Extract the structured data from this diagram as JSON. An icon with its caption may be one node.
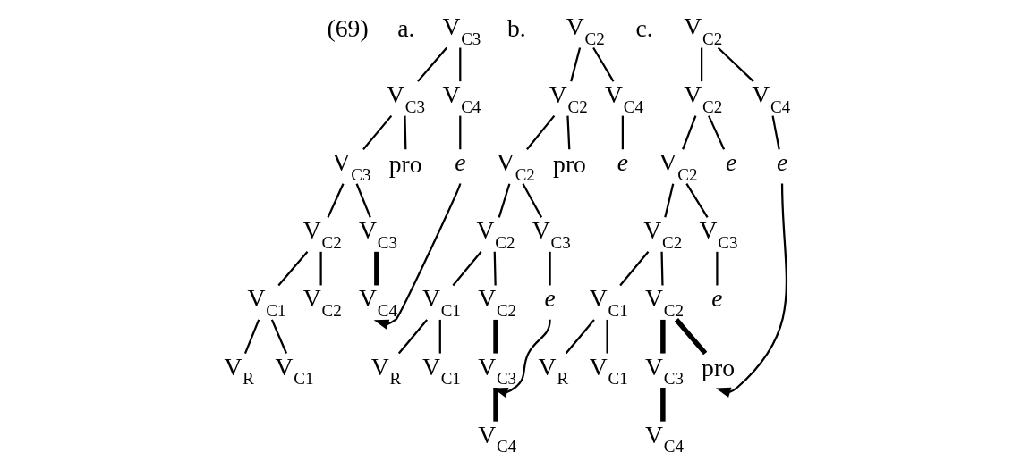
{
  "diagram": {
    "nodes": [
      {
        "text": [
          "V$_{C3}$"
        ]
      },
      {
        "text": [
          "V$_{C3}$"
        ]
      },
      {
        "text": [
          "V$_{C4}$"
        ]
      },
      {
        "text": [
          "V$_{C3}$"
        ]
      },
      {
        "text": [
          "pro"
        ]
      },
      {
        "text": [
          "e"
        ]
      },
      {
        "text": [
          "V$_{C2}$"
        ]
      },
      {
        "text": [
          "V$_{C3}$"
        ]
      },
      {
        "text": [
          "V$_{C1}$"
        ]
      },
      {
        "text": [
          "V$_{C2}$"
        ]
      },
      {
        "text": [
          "V$_{C4}$"
        ]
      },
      {
        "text": [
          "V$_{R}$"
        ]
      },
      {
        "text": [
          "V$_{C1}$"
        ]
      },
      {
        "text": [
          "V$_{C2}$"
        ]
      },
      {
        "text": [
          "V$_{C2}$"
        ]
      },
      {
        "text": [
          "V$_{C4}$"
        ]
      },
      {
        "text": [
          "V$_{C2}$"
        ]
      },
      {
        "text": [
          "pro"
        ]
      },
      {
        "text": [
          "e"
        ]
      },
      {
        "text": [
          "V$_{C2}$"
        ]
      },
      {
        "text": [
          "V$_{C3}$"
        ]
      },
      {
        "text": [
          "V$_{C1}$"
        ]
      },
      {
        "text": [
          "V$_{C2}$"
        ]
      },
      {
        "text": [
          "e"
        ]
      },
      {
        "text": [
          "V$_{R}$"
        ]
      },
      {
        "text": [
          "V$_{C1}$"
        ]
      },
      {
        "text": [
          "V$_{C3}$"
        ]
      },
      {
        "text": [
          "V$_{C4}$"
        ]
      },
      {
        "text": [
          "V$_{C2}$"
        ]
      },
      {
        "text": [
          "V$_{C2}$"
        ]
      },
      {
        "text": [
          "V$_{C4}$"
        ]
      },
      {
        "text": [
          "V$_{C2}$"
        ]
      },
      {
        "text": [
          "e"
        ]
      },
      {
        "text": [
          "e"
        ]
      },
      {
        "text": [
          "V$_{C2}$"
        ]
      },
      {
        "text": [
          "V$_{C3}$"
        ]
      },
      {
        "text": [
          "V$_{C1}$"
        ]
      },
      {
        "text": [
          "V$_{C2}$"
        ]
      },
      {
        "text": [
          "e"
        ]
      },
      {
        "text": [
          "V$_{R}$"
        ]
      },
      {
        "text": [
          "V$_{C1}$"
        ]
      },
      {
        "text": [
          "V$_{C3}$"
        ]
      },
      {
        "text": [
          "pro"
        ]
      },
      {
        "text": [
          "V$_{C4}$"
        ]
      }
    ],
    "edges": [
      {
        "from": 0,
        "to": 1,
        "arrow": "none"
      },
      {
        "from": 0,
        "to": 2,
        "arrow": "none"
      },
      {
        "from": 1,
        "to": 3,
        "arrow": "none"
      },
      {
        "from": 1,
        "to": 4,
        "arrow": "none"
      },
      {
        "from": 2,
        "to": 5,
        "arrow": "none"
      },
      {
        "from": 3,
        "to": 6,
        "arrow": "none"
      },
      {
        "from": 3,
        "to": 7,
        "arrow": "none"
      },
      {
        "from": 6,
        "to": 8,
        "arrow": "none"
      },
      {
        "from": 6,
        "to": 9,
        "arrow": "none"
      },
      {
        "from": 7,
        "to": 10,
        "arrow": "none",
        "style": "thick"
      },
      {
        "from": 8,
        "to": 11,
        "arrow": "none"
      },
      {
        "from": 8,
        "to": 12,
        "arrow": "none"
      },
      {
        "from": 5,
        "to": 10,
        "arrow": "to"
      },
      {
        "from": 13,
        "to": 14,
        "arrow": "none"
      },
      {
        "from": 13,
        "to": 15,
        "arrow": "none"
      },
      {
        "from": 14,
        "to": 16,
        "arrow": "none"
      },
      {
        "from": 14,
        "to": 17,
        "arrow": "none"
      },
      {
        "from": 15,
        "to": 18,
        "arrow": "none"
      },
      {
        "from": 16,
        "to": 19,
        "arrow": "none"
      },
      {
        "from": 16,
        "to": 20,
        "arrow": "none"
      },
      {
        "from": 19,
        "to": 21,
        "arrow": "none"
      },
      {
        "from": 19,
        "to": 22,
        "arrow": "none"
      },
      {
        "from": 20,
        "to": 23,
        "arrow": "none"
      },
      {
        "from": 21,
        "to": 24,
        "arrow": "none"
      },
      {
        "from": 21,
        "to": 25,
        "arrow": "none"
      },
      {
        "from": 22,
        "to": 26,
        "arrow": "none",
        "style": "thick"
      },
      {
        "from": 26,
        "to": 27,
        "arrow": "none",
        "style": "thick"
      },
      {
        "from": 23,
        "to": 26,
        "arrow": "to"
      },
      {
        "from": 28,
        "to": 29,
        "arrow": "none"
      },
      {
        "from": 28,
        "to": 30,
        "arrow": "none"
      },
      {
        "from": 29,
        "to": 31,
        "arrow": "none"
      },
      {
        "from": 29,
        "to": 32,
        "arrow": "none"
      },
      {
        "from": 30,
        "to": 33,
        "arrow": "none"
      },
      {
        "from": 31,
        "to": 34,
        "arrow": "none"
      },
      {
        "from": 31,
        "to": 35,
        "arrow": "none"
      },
      {
        "from": 34,
        "to": 36,
        "arrow": "none"
      },
      {
        "from": 34,
        "to": 37,
        "arrow": "none"
      },
      {
        "from": 35,
        "to": 38,
        "arrow": "none"
      },
      {
        "from": 36,
        "to": 39,
        "arrow": "none"
      },
      {
        "from": 36,
        "to": 40,
        "arrow": "none"
      },
      {
        "from": 37,
        "to": 41,
        "arrow": "none",
        "style": "thick"
      },
      {
        "from": 37,
        "to": 42,
        "arrow": "none",
        "style": "thick"
      },
      {
        "from": 41,
        "to": 43,
        "arrow": "none",
        "style": "thick"
      },
      {
        "from": 33,
        "to": 42,
        "arrow": "to"
      }
    ],
    "labels": [
      "(69)",
      "a.",
      "b.",
      "c."
    ]
  }
}
